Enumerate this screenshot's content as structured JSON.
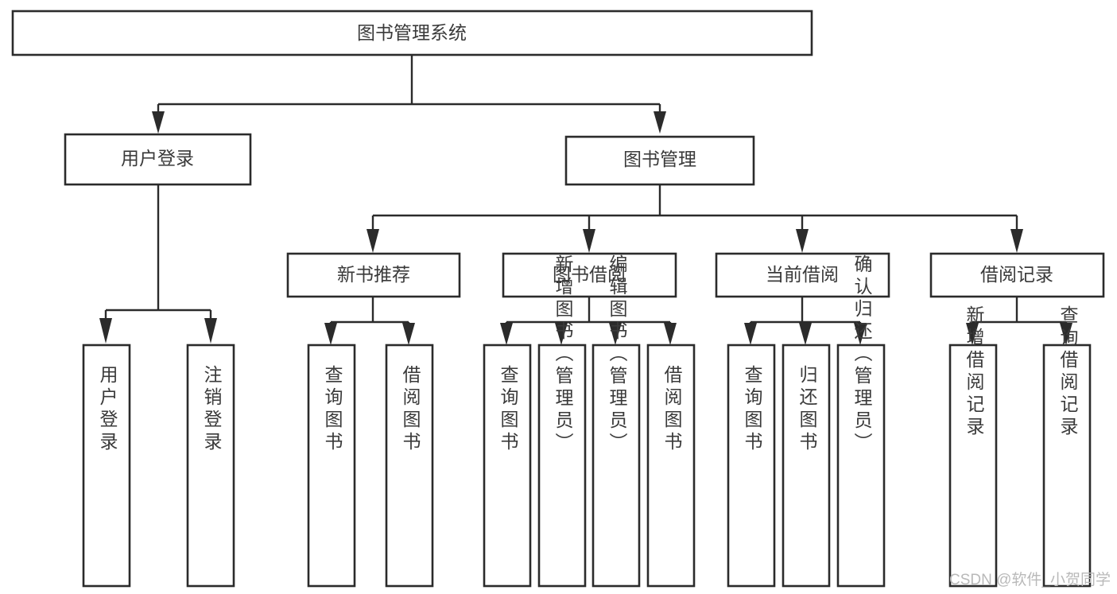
{
  "diagram": {
    "title": "图书管理系统",
    "type": "tree-hierarchy-diagram",
    "watermark": "CSDN @软件_小贺同学",
    "colors": {
      "stroke": "#2b2b2b",
      "box_fill": "#ffffff",
      "text": "#3a3a3a",
      "background": "#ffffff",
      "watermark": "#b9b9b9"
    },
    "levels": {
      "root": {
        "label": "图书管理系统"
      },
      "level2": [
        {
          "label": "用户登录"
        },
        {
          "label": "图书管理"
        }
      ],
      "level3": [
        {
          "label": "新书推荐"
        },
        {
          "label": "图书借阅"
        },
        {
          "label": "当前借阅"
        },
        {
          "label": "借阅记录"
        }
      ],
      "leaves": [
        {
          "label": "用户登录",
          "parent": "用户登录"
        },
        {
          "label": "注销登录",
          "parent": "用户登录"
        },
        {
          "label": "查询图书",
          "parent": "新书推荐"
        },
        {
          "label": "借阅图书",
          "parent": "新书推荐"
        },
        {
          "label": "查询图书",
          "parent": "图书借阅"
        },
        {
          "label": "新增图书（管理员）",
          "parent": "图书借阅"
        },
        {
          "label": "编辑图书（管理员）",
          "parent": "图书借阅"
        },
        {
          "label": "借阅图书",
          "parent": "图书借阅"
        },
        {
          "label": "查询图书",
          "parent": "当前借阅"
        },
        {
          "label": "归还图书",
          "parent": "当前借阅"
        },
        {
          "label": "确认归还（管理员）",
          "parent": "当前借阅"
        },
        {
          "label": "新增借阅记录",
          "parent": "借阅记录"
        },
        {
          "label": "查询借阅记录",
          "parent": "借阅记录"
        }
      ]
    }
  }
}
